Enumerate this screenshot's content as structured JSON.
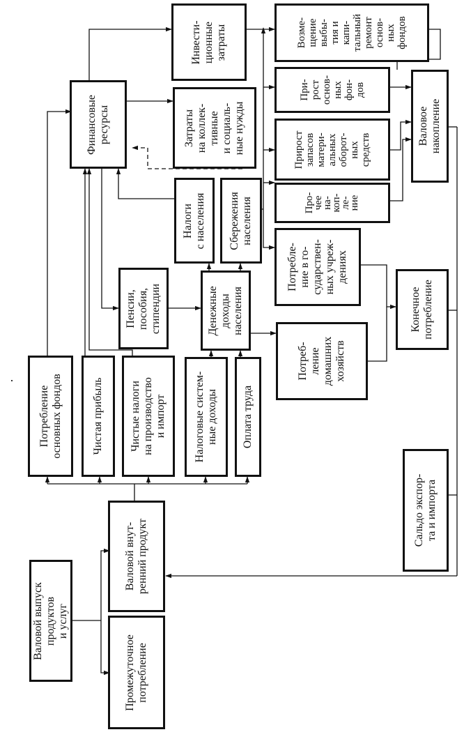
{
  "diagram": {
    "nodes": {
      "gross_output": "Валовой выпуск\nпродуктов\nи услуг",
      "intermediate_consumption": "Промежуточное\nпотребление",
      "gdp": "Валовой внут-\nренний продукт",
      "fixed_capital_consumption": "Потребление\nосновных фондов",
      "net_profit": "Чистая прибыль",
      "net_taxes": "Чистые налоги\nна производство\nи импорт",
      "nontax_income": "Налоговые систем-\nные доходы",
      "wages": "Оплата труда",
      "financial_resources": "Финансовые\nресурсы",
      "pensions": "Пенсии,\nпособия,\nстипендии",
      "money_income": "Денежные\nдоходы\nнаселения",
      "population_taxes": "Налоги\nс населения",
      "population_savings": "Сбережения\nнаселения",
      "investment_costs": "Инвести-\nционные\nзатраты",
      "collective_needs": "Затраты\nна коллек-\nтивные\nи социаль-\nные нужды",
      "government_consumption": "Потребле-\nние в го-\nсударствен-\nных учреж-\nдениях",
      "household_consumption": "Потреб-\nление\nдомашних\nхозяйств",
      "replacement": "Возме-\nщение\nвыбы-\nтия и\nкапи-\nтальный\nремонт\nоснов-\nных\nфондов",
      "fixed_assets_growth": "При-\nрост\nоснов-\nных\nфон-\nдов",
      "inventory_growth": "Прирост\nзапасов\nматери-\nальных\nоборот-\nных\nсредств",
      "other_accumulation": "Про-\nчее\nна-\nкоп-\nле-\nние",
      "gross_accumulation": "Валовое\nнакопление",
      "final_consumption": "Конечное\nпотребление",
      "export_import_balance": "Сальдо экспор-\nта и импорта"
    }
  }
}
